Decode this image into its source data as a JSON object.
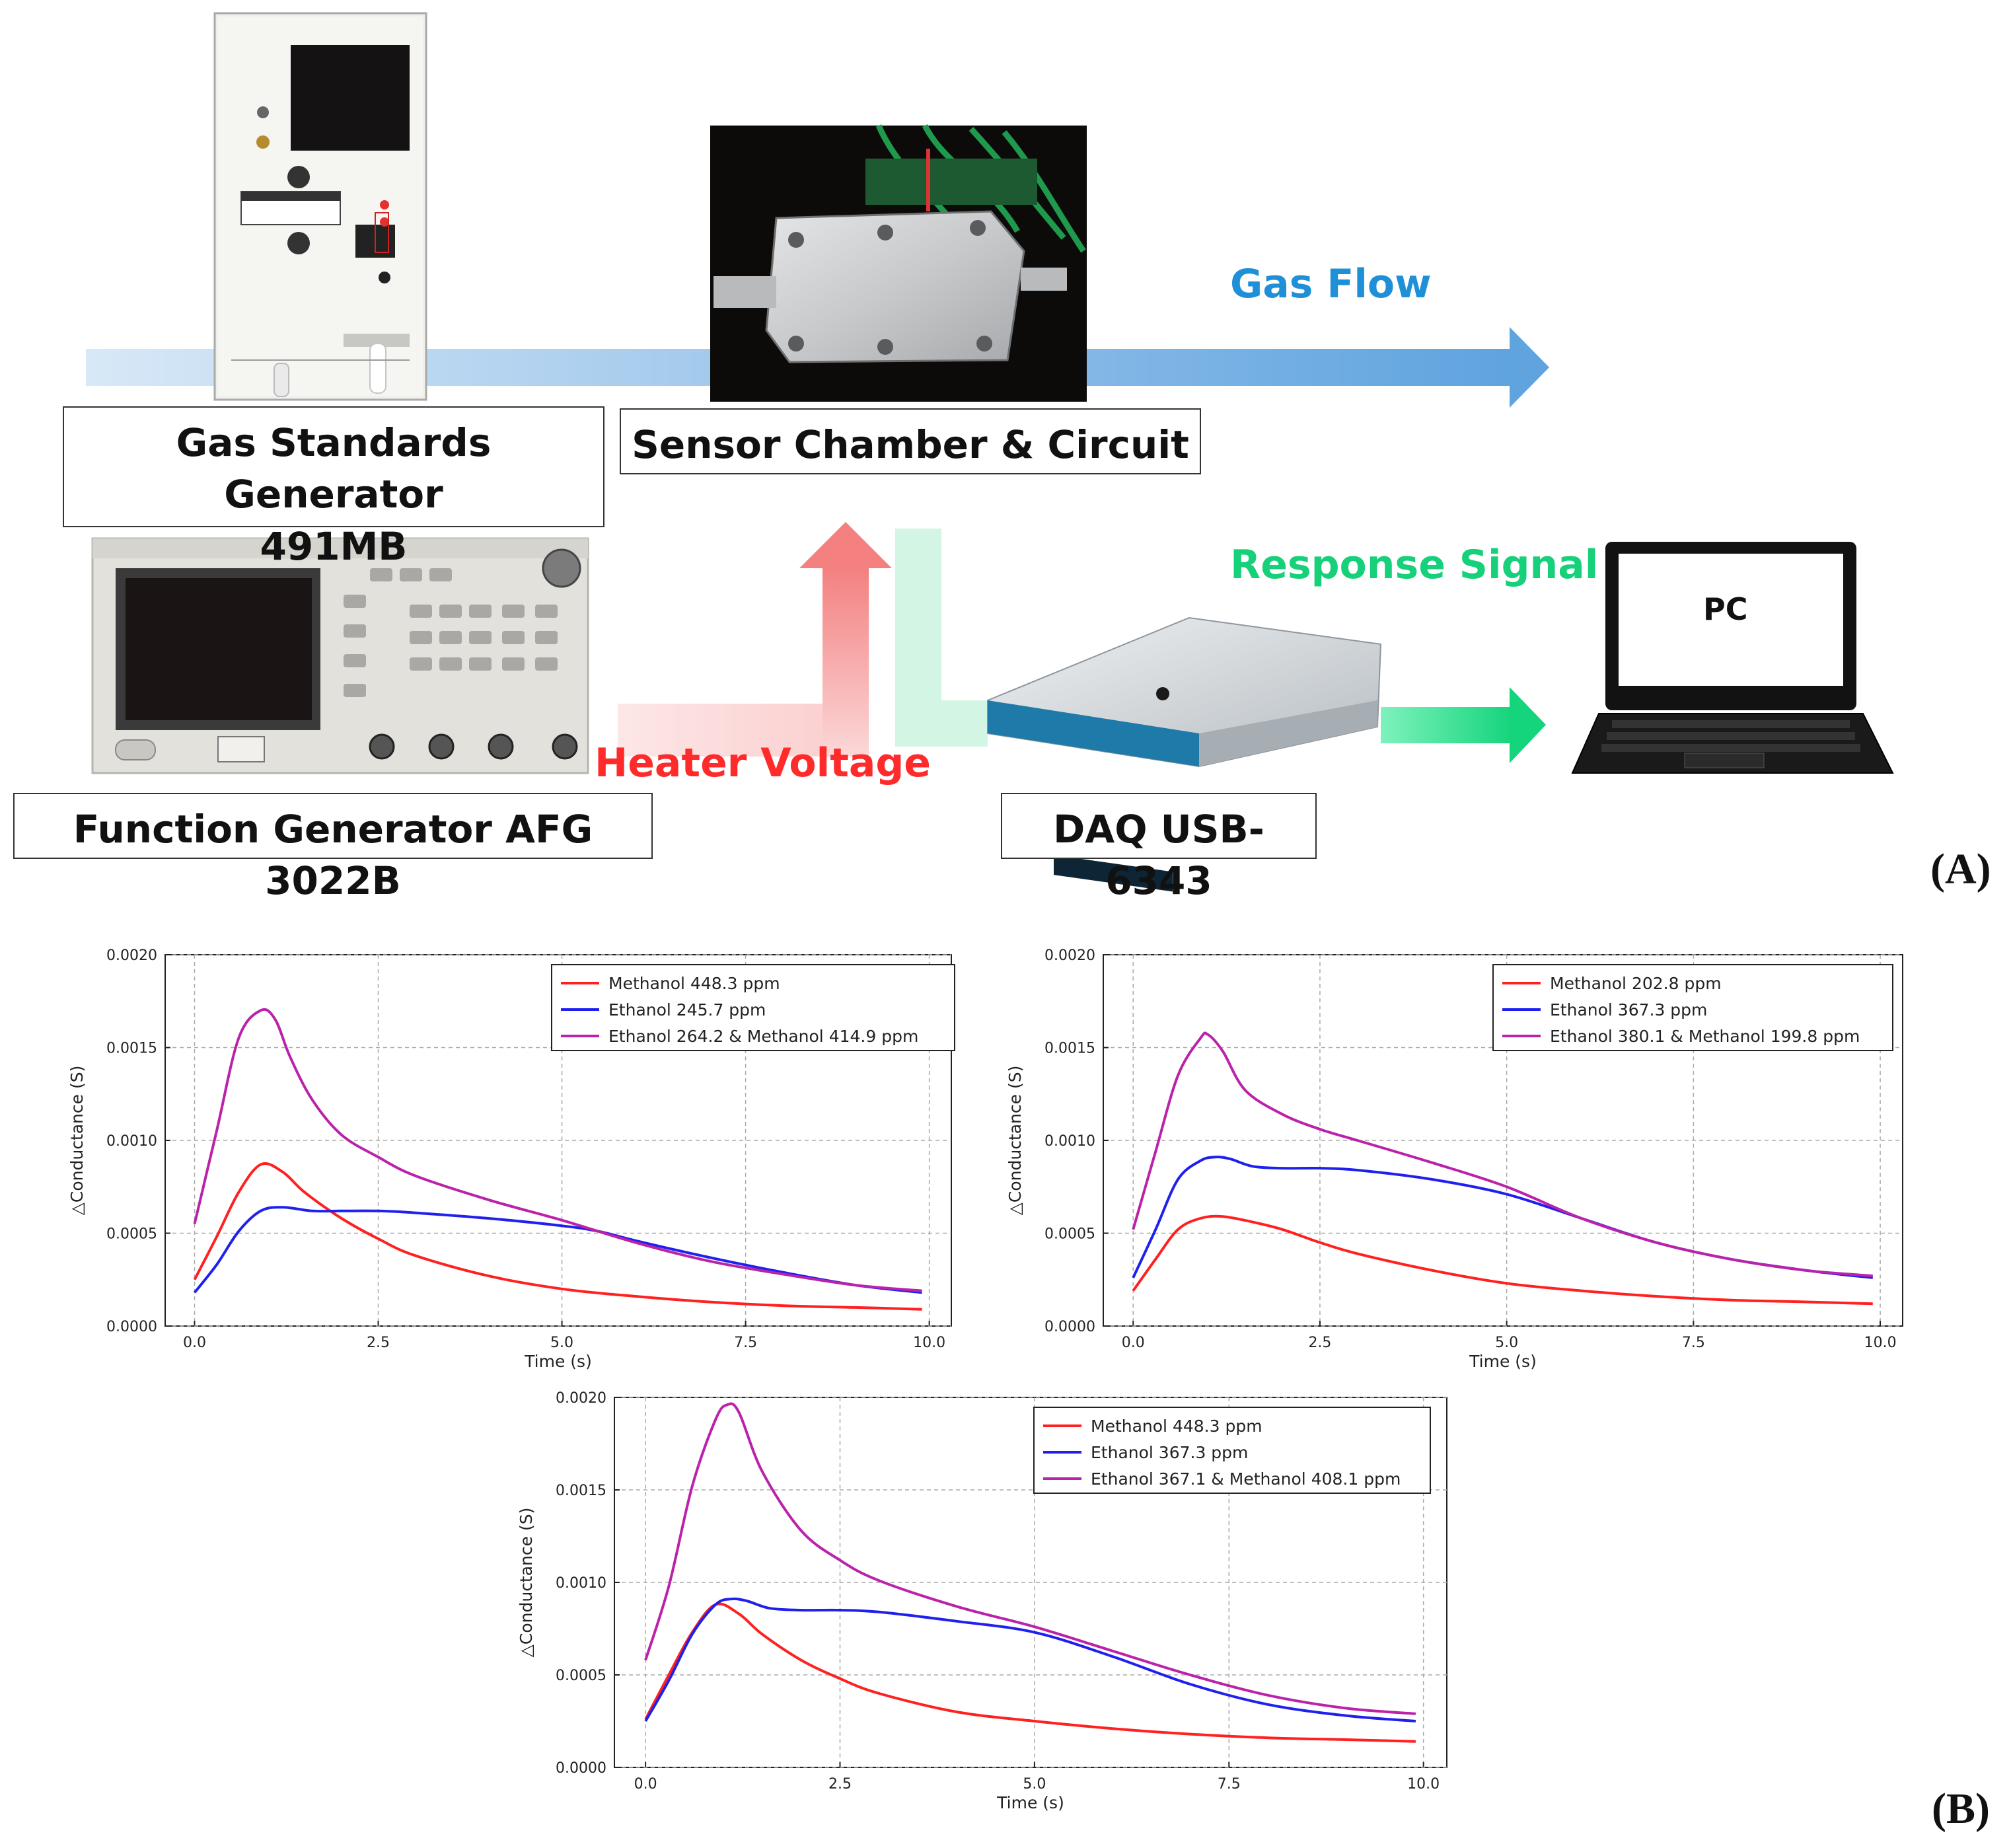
{
  "diagram": {
    "gas_generator_label": [
      "Gas Standards Generator",
      "491MB"
    ],
    "sensor_chamber_label": "Sensor Chamber & Circuit",
    "function_generator_label": "Function Generator AFG 3022B",
    "daq_label": "DAQ USB-6343",
    "pc_label": "PC",
    "gas_flow_label": "Gas Flow",
    "response_signal_label": "Response Signal",
    "heater_voltage_label": "Heater Voltage",
    "panel_a": "(A)",
    "panel_b": "(B)",
    "colors": {
      "gas_flow": "#1f8fd8",
      "response_signal": "#16d07a",
      "heater_voltage": "#ff2a2a"
    }
  },
  "chart_data": [
    {
      "type": "line",
      "xlabel": "Time (s)",
      "ylabel": "△Conductance (S)",
      "xlim": [
        -0.4,
        10.3
      ],
      "ylim": [
        0,
        0.002
      ],
      "xticks": [
        "0.0",
        "2.5",
        "5.0",
        "7.5",
        "10.0"
      ],
      "yticks": [
        "0.0000",
        "0.0005",
        "0.0010",
        "0.0015",
        "0.0020"
      ],
      "grid": true,
      "legend": "top-right",
      "series": [
        {
          "name": "Methanol 448.3 ppm",
          "color": "#ff2020",
          "x": [
            0,
            0.3,
            0.6,
            0.9,
            1.2,
            1.5,
            2.0,
            2.5,
            3.0,
            4.0,
            5.0,
            6.0,
            7.0,
            8.0,
            9.0,
            9.9
          ],
          "y": [
            0.00025,
            0.00048,
            0.00072,
            0.00087,
            0.00083,
            0.00072,
            0.00058,
            0.00047,
            0.00038,
            0.00027,
            0.0002,
            0.00016,
            0.00013,
            0.00011,
            0.0001,
            9e-05
          ]
        },
        {
          "name": "Ethanol 245.7 ppm",
          "color": "#2020ee",
          "x": [
            0,
            0.3,
            0.6,
            0.9,
            1.2,
            1.6,
            2.0,
            2.5,
            3.0,
            4.0,
            5.0,
            5.5,
            6.0,
            7.0,
            8.0,
            9.0,
            9.9
          ],
          "y": [
            0.00018,
            0.00033,
            0.00051,
            0.00062,
            0.00064,
            0.00062,
            0.00062,
            0.00062,
            0.00061,
            0.00058,
            0.00054,
            0.00051,
            0.00046,
            0.00037,
            0.00029,
            0.00022,
            0.00018
          ]
        },
        {
          "name": "Ethanol 264.2 & Methanol 414.9 ppm",
          "color": "#bb22aa",
          "x": [
            0,
            0.3,
            0.6,
            0.9,
            1.1,
            1.3,
            1.6,
            2.0,
            2.5,
            3.0,
            4.0,
            5.0,
            6.0,
            7.0,
            8.0,
            9.0,
            9.9
          ],
          "y": [
            0.00055,
            0.00105,
            0.00155,
            0.0017,
            0.00165,
            0.00145,
            0.00122,
            0.00103,
            0.00091,
            0.00081,
            0.00068,
            0.00057,
            0.00045,
            0.00035,
            0.00028,
            0.00022,
            0.00019
          ]
        }
      ]
    },
    {
      "type": "line",
      "xlabel": "Time (s)",
      "ylabel": "△Conductance (S)",
      "xlim": [
        -0.4,
        10.3
      ],
      "ylim": [
        0,
        0.002
      ],
      "xticks": [
        "0.0",
        "2.5",
        "5.0",
        "7.5",
        "10.0"
      ],
      "yticks": [
        "0.0000",
        "0.0005",
        "0.0010",
        "0.0015",
        "0.0020"
      ],
      "grid": true,
      "legend": "top-right",
      "series": [
        {
          "name": "Methanol 202.8 ppm",
          "color": "#ff2020",
          "x": [
            0,
            0.3,
            0.6,
            0.9,
            1.2,
            1.6,
            2.0,
            2.5,
            3.0,
            4.0,
            5.0,
            6.0,
            7.0,
            8.0,
            9.0,
            9.9
          ],
          "y": [
            0.00019,
            0.00036,
            0.00052,
            0.00058,
            0.00059,
            0.00056,
            0.00052,
            0.00045,
            0.00039,
            0.0003,
            0.00023,
            0.00019,
            0.00016,
            0.00014,
            0.00013,
            0.00012
          ]
        },
        {
          "name": "Ethanol 367.3 ppm",
          "color": "#2020ee",
          "x": [
            0,
            0.3,
            0.6,
            0.9,
            1.1,
            1.3,
            1.6,
            2.0,
            2.5,
            3.0,
            4.0,
            5.0,
            6.0,
            7.0,
            8.0,
            9.0,
            9.9
          ],
          "y": [
            0.00026,
            0.00052,
            0.00079,
            0.00089,
            0.00091,
            0.0009,
            0.00086,
            0.00085,
            0.00085,
            0.00084,
            0.00079,
            0.00071,
            0.00058,
            0.00045,
            0.00036,
            0.0003,
            0.00026
          ]
        },
        {
          "name": "Ethanol 380.1 & Methanol 199.8 ppm",
          "color": "#bb22aa",
          "x": [
            0,
            0.3,
            0.6,
            0.9,
            1.0,
            1.2,
            1.5,
            2.0,
            2.5,
            3.0,
            4.0,
            5.0,
            6.0,
            7.0,
            8.0,
            9.0,
            9.9
          ],
          "y": [
            0.00052,
            0.00094,
            0.00135,
            0.00155,
            0.00157,
            0.00148,
            0.00127,
            0.00114,
            0.00106,
            0.001,
            0.00088,
            0.00075,
            0.00058,
            0.00045,
            0.00036,
            0.0003,
            0.00027
          ]
        }
      ]
    },
    {
      "type": "line",
      "xlabel": "Time (s)",
      "ylabel": "△Conductance (S)",
      "xlim": [
        -0.4,
        10.3
      ],
      "ylim": [
        0,
        0.002
      ],
      "xticks": [
        "0.0",
        "2.5",
        "5.0",
        "7.5",
        "10.0"
      ],
      "yticks": [
        "0.0000",
        "0.0005",
        "0.0010",
        "0.0015",
        "0.0020"
      ],
      "grid": true,
      "legend": "top-right",
      "series": [
        {
          "name": "Methanol 448.3 ppm",
          "color": "#ff2020",
          "x": [
            0,
            0.3,
            0.6,
            0.9,
            1.2,
            1.5,
            2.0,
            2.5,
            3.0,
            4.0,
            5.0,
            6.0,
            7.0,
            8.0,
            9.0,
            9.9
          ],
          "y": [
            0.00026,
            0.0005,
            0.00073,
            0.00088,
            0.00083,
            0.00072,
            0.00058,
            0.00048,
            0.0004,
            0.0003,
            0.00025,
            0.00021,
            0.00018,
            0.00016,
            0.00015,
            0.00014
          ]
        },
        {
          "name": "Ethanol 367.3 ppm",
          "color": "#2020ee",
          "x": [
            0,
            0.3,
            0.6,
            0.9,
            1.1,
            1.3,
            1.6,
            2.0,
            2.5,
            3.0,
            4.0,
            5.0,
            6.0,
            7.0,
            8.0,
            9.0,
            9.9
          ],
          "y": [
            0.00025,
            0.00047,
            0.00072,
            0.00088,
            0.00091,
            0.0009,
            0.00086,
            0.00085,
            0.00085,
            0.00084,
            0.00079,
            0.00073,
            0.0006,
            0.00045,
            0.00034,
            0.00028,
            0.00025
          ]
        },
        {
          "name": "Ethanol 367.1 & Methanol 408.1 ppm",
          "color": "#bb22aa",
          "x": [
            0,
            0.3,
            0.6,
            0.9,
            1.05,
            1.2,
            1.5,
            2.0,
            2.5,
            3.0,
            4.0,
            5.0,
            6.0,
            7.0,
            8.0,
            9.0,
            9.9
          ],
          "y": [
            0.00058,
            0.00098,
            0.00152,
            0.00188,
            0.00196,
            0.00192,
            0.0016,
            0.00128,
            0.00112,
            0.00101,
            0.00087,
            0.00076,
            0.00063,
            0.0005,
            0.00039,
            0.00032,
            0.00029
          ]
        }
      ]
    }
  ]
}
